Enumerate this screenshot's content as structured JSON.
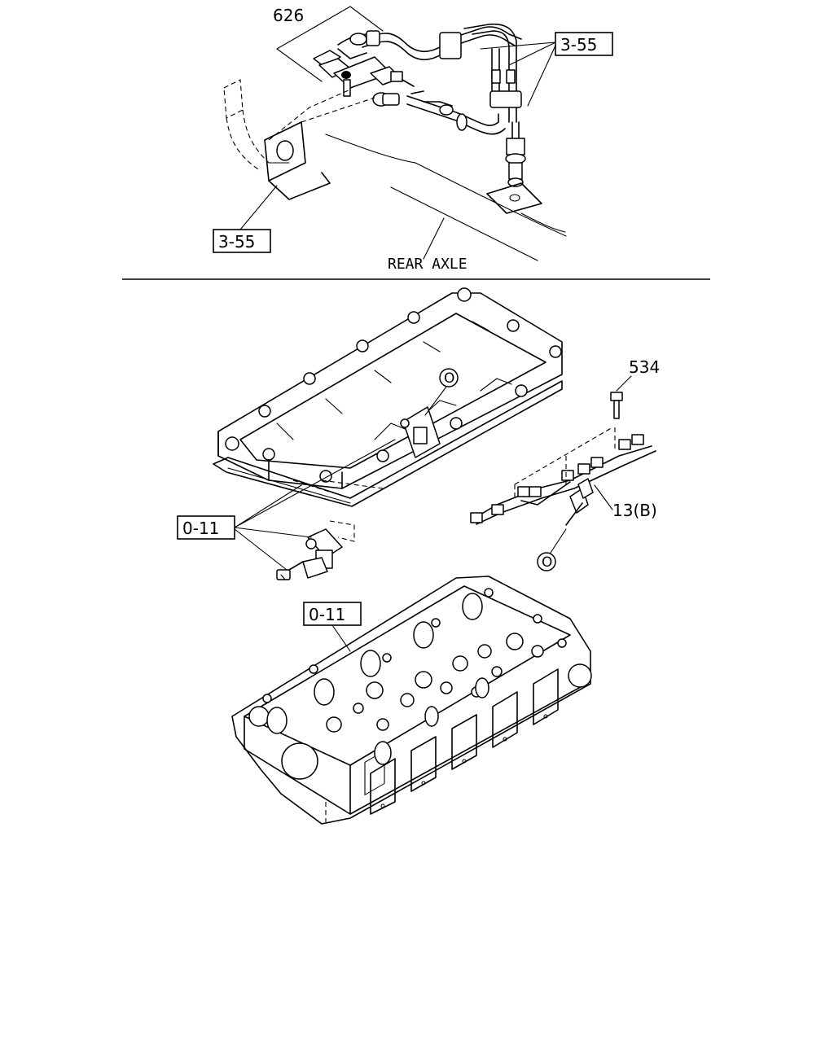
{
  "callouts": {
    "part_626": "626",
    "ref_3_55_top": "3-55",
    "ref_3_55_left": "3-55",
    "rear_axle": "REAR AXLE",
    "part_534": "534",
    "part_13b": "13(B)",
    "ref_0_11_mid": "0-11",
    "ref_0_11_head": "0-11",
    "circle_o_upper": "O",
    "circle_o_lower": "O"
  }
}
